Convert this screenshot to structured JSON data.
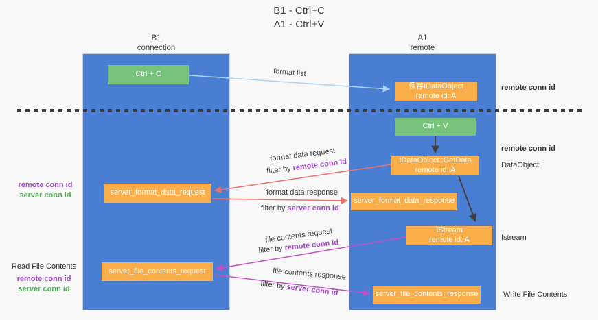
{
  "title": {
    "line1": "B1 - Ctrl+C",
    "line2": "A1 - Ctrl+V"
  },
  "lanes": {
    "left": {
      "title": "B1",
      "subtitle": "connection"
    },
    "right": {
      "title": "A1",
      "subtitle": "remote"
    }
  },
  "nodes": {
    "ctrl_c": {
      "label": "Ctrl + C"
    },
    "ctrl_v": {
      "label": "Ctrl + V"
    },
    "save_idataobject": {
      "line1": "保存IDataObject",
      "line2": "remote id: A"
    },
    "idataobject_getdata": {
      "line1": "IDataObject::GetData",
      "line2": "remote id: A"
    },
    "istream": {
      "line1": "IStream",
      "line2": "remote id: A"
    },
    "server_format_data_request": {
      "label": "server_format_data_request"
    },
    "server_format_data_response": {
      "label": "server_format_data_response"
    },
    "server_file_contents_request": {
      "label": "server_file_contents_request"
    },
    "server_file_contents_response": {
      "label": "server_file_contents_response"
    }
  },
  "edge_labels": {
    "format_list": "format list",
    "format_data_request": "format data request",
    "format_data_response": "format data response",
    "file_contents_request": "file contents request",
    "file_contents_response": "file contents response",
    "filter_by": "filter by ",
    "remote_conn_id": "remote conn id",
    "server_conn_id": "server conn id"
  },
  "side_labels": {
    "remote_conn_id": "remote conn id",
    "server_conn_id": "server conn id",
    "dataobject": "DataObject",
    "istream": "Istream",
    "read_file_contents": "Read File Contents",
    "write_file_contents": "Write File Contents"
  },
  "colors": {
    "background": "#f8f8f8",
    "lane_blue": "#4a7ed2",
    "node_orange": "#f9ae49",
    "node_green": "#77c37c",
    "arrow_light_blue": "#a9d3f2",
    "arrow_salmon": "#e8736e",
    "arrow_magenta": "#c44fc4",
    "arrow_black": "#404040",
    "text_purple": "#a049c8",
    "text_green": "#53b156"
  }
}
